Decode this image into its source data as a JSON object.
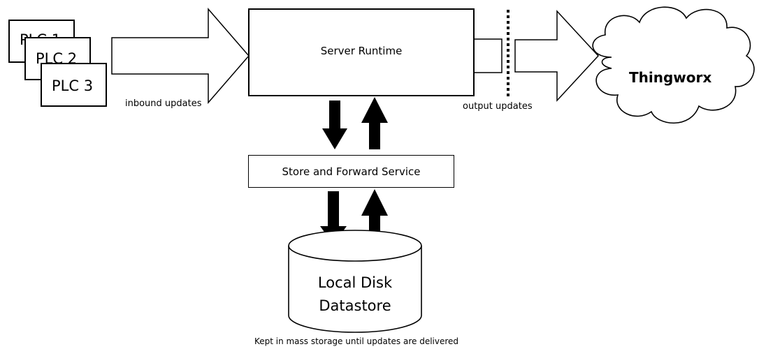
{
  "plcs": [
    "PLC 1",
    "PLC 2",
    "PLC 3"
  ],
  "inbound_label": "inbound updates",
  "server_label": "Server Runtime",
  "output_label": "output updates",
  "cloud_label": "Thingworx",
  "store_forward_label": "Store and Forward Service",
  "datastore_label_line1": "Local Disk",
  "datastore_label_line2": "Datastore",
  "caption": "Kept in mass storage until updates are delivered"
}
